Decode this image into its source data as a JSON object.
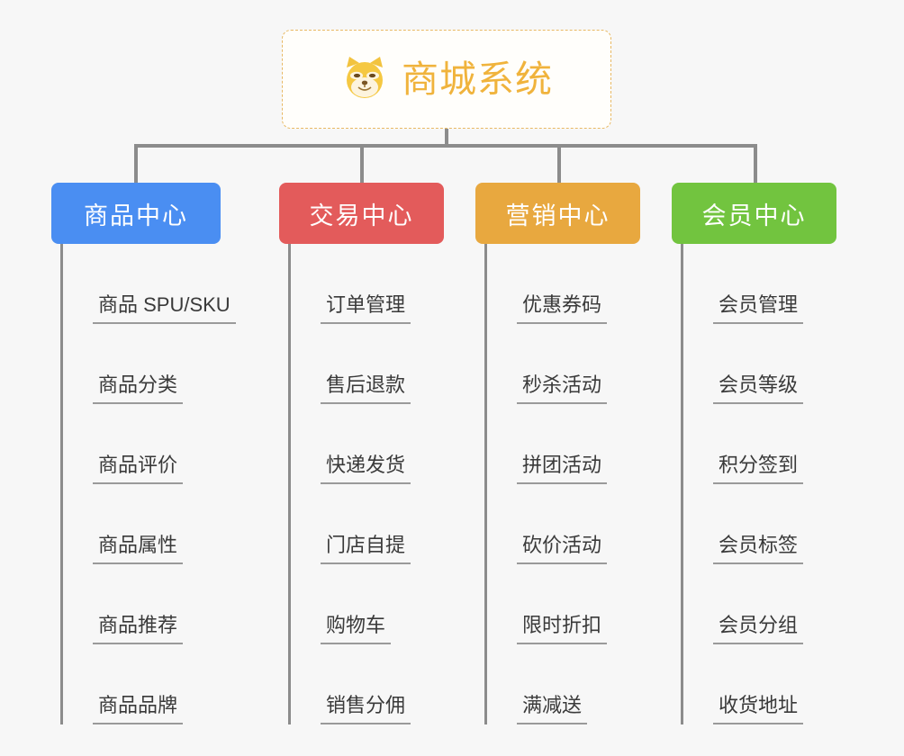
{
  "diagram": {
    "root": {
      "icon": "shiba-dog-face-emoji",
      "title": "商城系统",
      "border_color": "#e8b964",
      "text_color": "#f0b33c",
      "background": "#fffefb"
    },
    "connector_color": "#8c8c8c",
    "page_background": "#f7f7f7",
    "leaf_text_color": "#3a3a3a",
    "leaf_rule_color": "#9a9a9a",
    "categories": [
      {
        "label": "商品中心",
        "color": "#4a8ef2",
        "items": [
          "商品 SPU/SKU",
          "商品分类",
          "商品评价",
          "商品属性",
          "商品推荐",
          "商品品牌"
        ]
      },
      {
        "label": "交易中心",
        "color": "#e35b5b",
        "items": [
          "订单管理",
          "售后退款",
          "快递发货",
          "门店自提",
          "购物车",
          "销售分佣"
        ]
      },
      {
        "label": "营销中心",
        "color": "#e8a83f",
        "items": [
          "优惠券码",
          "秒杀活动",
          "拼团活动",
          "砍价活动",
          "限时折扣",
          "满减送"
        ]
      },
      {
        "label": "会员中心",
        "color": "#72c43f",
        "items": [
          "会员管理",
          "会员等级",
          "积分签到",
          "会员标签",
          "会员分组",
          "收货地址"
        ]
      }
    ]
  }
}
